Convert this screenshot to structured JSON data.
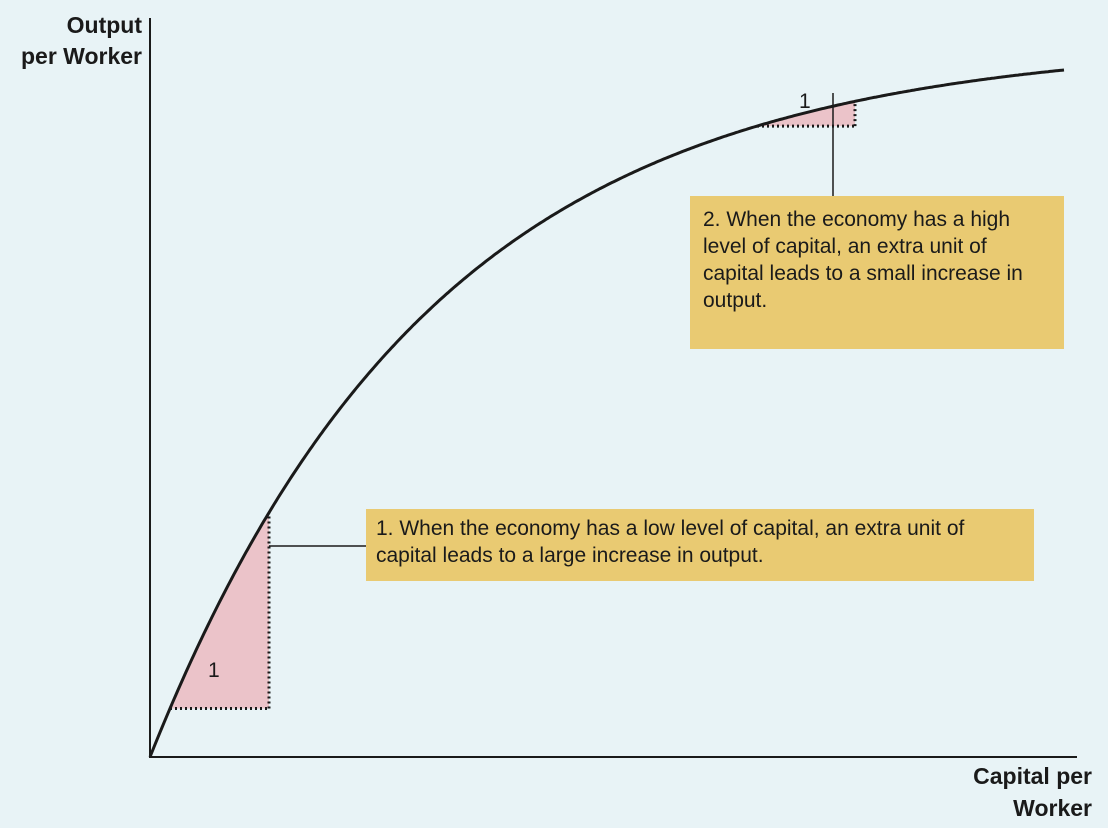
{
  "axes": {
    "y_label": "Output\nper Worker",
    "x_label": "Capital per\nWorker"
  },
  "callouts": {
    "low_capital": "1. When the economy has a low level of capital, an extra unit of capital leads to a large increase in output.",
    "high_capital": "2. When the economy has a high level of capital, an extra unit of capital leads to a small increase in output."
  },
  "unit_labels": {
    "low": "1",
    "high": "1"
  },
  "colors": {
    "background": "#e8f3f6",
    "curve": "#1a1a1a",
    "shaded_triangle": "#ebc3c9",
    "callout_box": "#e9ca72"
  }
}
